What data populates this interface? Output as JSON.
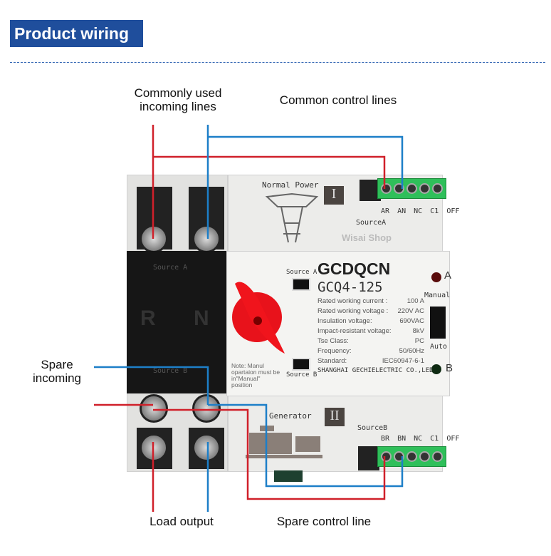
{
  "header": {
    "title": "Product wiring"
  },
  "labels": {
    "commonly_used_incoming": "Commonly used incoming lines",
    "common_control": "Common control lines",
    "spare_incoming": "Spare incoming",
    "load_output": "Load output",
    "spare_control": "Spare control line"
  },
  "device": {
    "normal_power": "Normal Power",
    "roman_one": "I",
    "roman_two": "II",
    "source_a_terminals": [
      "AR",
      "AN",
      "NC",
      "C1",
      "OFF"
    ],
    "source_b_terminals": [
      "BR",
      "BN",
      "NC",
      "C1",
      "OFF"
    ],
    "source_a_label": "SourceA",
    "source_b_label": "SourceB",
    "watermark": "Wisai Shop",
    "panel_source_a": "Source A",
    "panel_source_b": "Source B",
    "pole_r": "R",
    "pole_n": "N",
    "switch_source_a": "Source A",
    "switch_source_b": "Source B",
    "brand": "GCDQCN",
    "model": "GCQ4-125",
    "specs": [
      {
        "k": "Rated working current :",
        "v": "100    A"
      },
      {
        "k": "Rated working voltage :",
        "v": "220V AC"
      },
      {
        "k": "Insulation voltage:",
        "v": "690VAC"
      },
      {
        "k": "Impact-resistant voltage:",
        "v": "8kV"
      },
      {
        "k": "Tse Class:",
        "v": "PC"
      },
      {
        "k": "Frequency:",
        "v": "50/60Hz"
      },
      {
        "k": "Standard:",
        "v": "IEC60947-6-1"
      }
    ],
    "manufacturer": "SHANGHAI GECHIELECTRIC CO.,LED",
    "note": "Note: Manul opartaion must be in\"Manual\" position",
    "indicator_a": "A",
    "indicator_b": "B",
    "manual": "Manual",
    "auto": "Auto",
    "generator": "Generator"
  },
  "colors": {
    "red": "#d0202a",
    "blue": "#1d7fc8",
    "title_bg": "#1f4e9c"
  }
}
